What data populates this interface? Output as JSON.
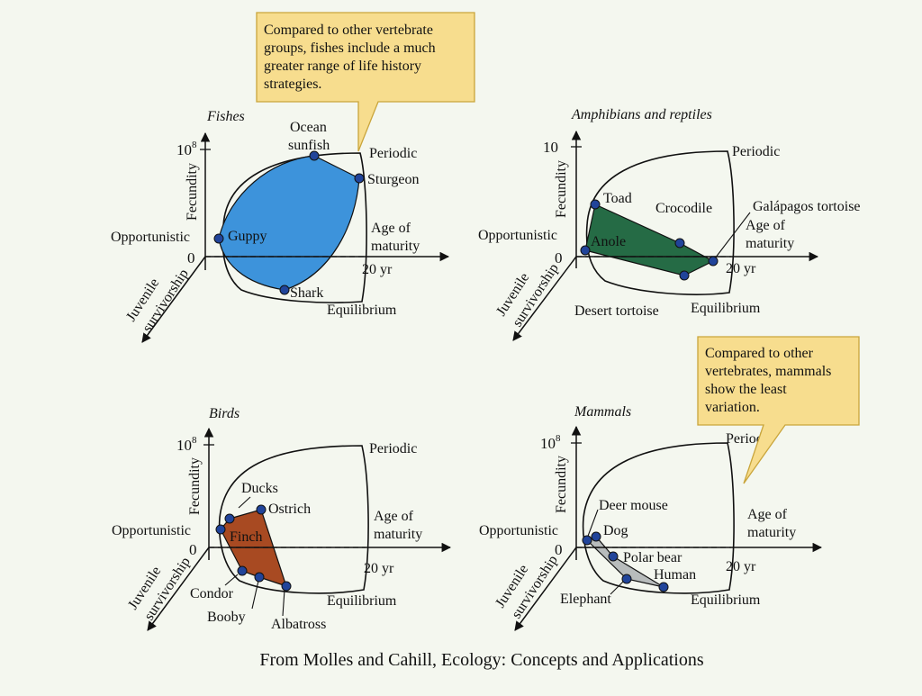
{
  "colors": {
    "fishes": "#3d93db",
    "amphibians": "#256b45",
    "birds": "#a84a22",
    "mammals": "#b8bcbc",
    "callout": "#f7dd8e",
    "dot": "#21449a"
  },
  "labels": {
    "fecundity": "Fecundity",
    "juvenile": "Juvenile",
    "survivorship": "survivorship",
    "age_of": "Age of",
    "maturity": "maturity",
    "periodic": "Periodic",
    "opportunistic": "Opportunistic",
    "equilibrium": "Equilibrium",
    "zero": "0",
    "twenty_yr": "20 yr"
  },
  "callouts": {
    "fishes": [
      "Compared to other vertebrate",
      "groups, fishes include a much",
      "greater range of life history",
      "strategies."
    ],
    "mammals": [
      "Compared to other",
      "vertebrates, mammals",
      "show the least",
      "variation."
    ]
  },
  "panels": {
    "fishes": {
      "title": "Fishes",
      "ymax": "10",
      "ymax_exp": "8",
      "species": [
        {
          "name": "Ocean",
          "name2": "sunfish"
        },
        {
          "name": "Sturgeon"
        },
        {
          "name": "Guppy"
        },
        {
          "name": "Shark"
        }
      ]
    },
    "amphibians": {
      "title": "Amphibians and reptiles",
      "ymax": "10",
      "species": [
        {
          "name": "Toad"
        },
        {
          "name": "Crocodile"
        },
        {
          "name": "Galápagos tortoise"
        },
        {
          "name": "Anole"
        },
        {
          "name": "Desert tortoise"
        }
      ]
    },
    "birds": {
      "title": "Birds",
      "ymax": "10",
      "ymax_exp": "8",
      "species": [
        {
          "name": "Ducks"
        },
        {
          "name": "Ostrich"
        },
        {
          "name": "Finch"
        },
        {
          "name": "Condor"
        },
        {
          "name": "Booby"
        },
        {
          "name": "Albatross"
        }
      ]
    },
    "mammals": {
      "title": "Mammals",
      "ymax": "10",
      "ymax_exp": "8",
      "species": [
        {
          "name": "Deer mouse"
        },
        {
          "name": "Dog"
        },
        {
          "name": "Polar bear"
        },
        {
          "name": "Human"
        },
        {
          "name": "Elephant"
        }
      ]
    }
  },
  "caption": "From Molles and Cahill, Ecology: Concepts and Applications"
}
